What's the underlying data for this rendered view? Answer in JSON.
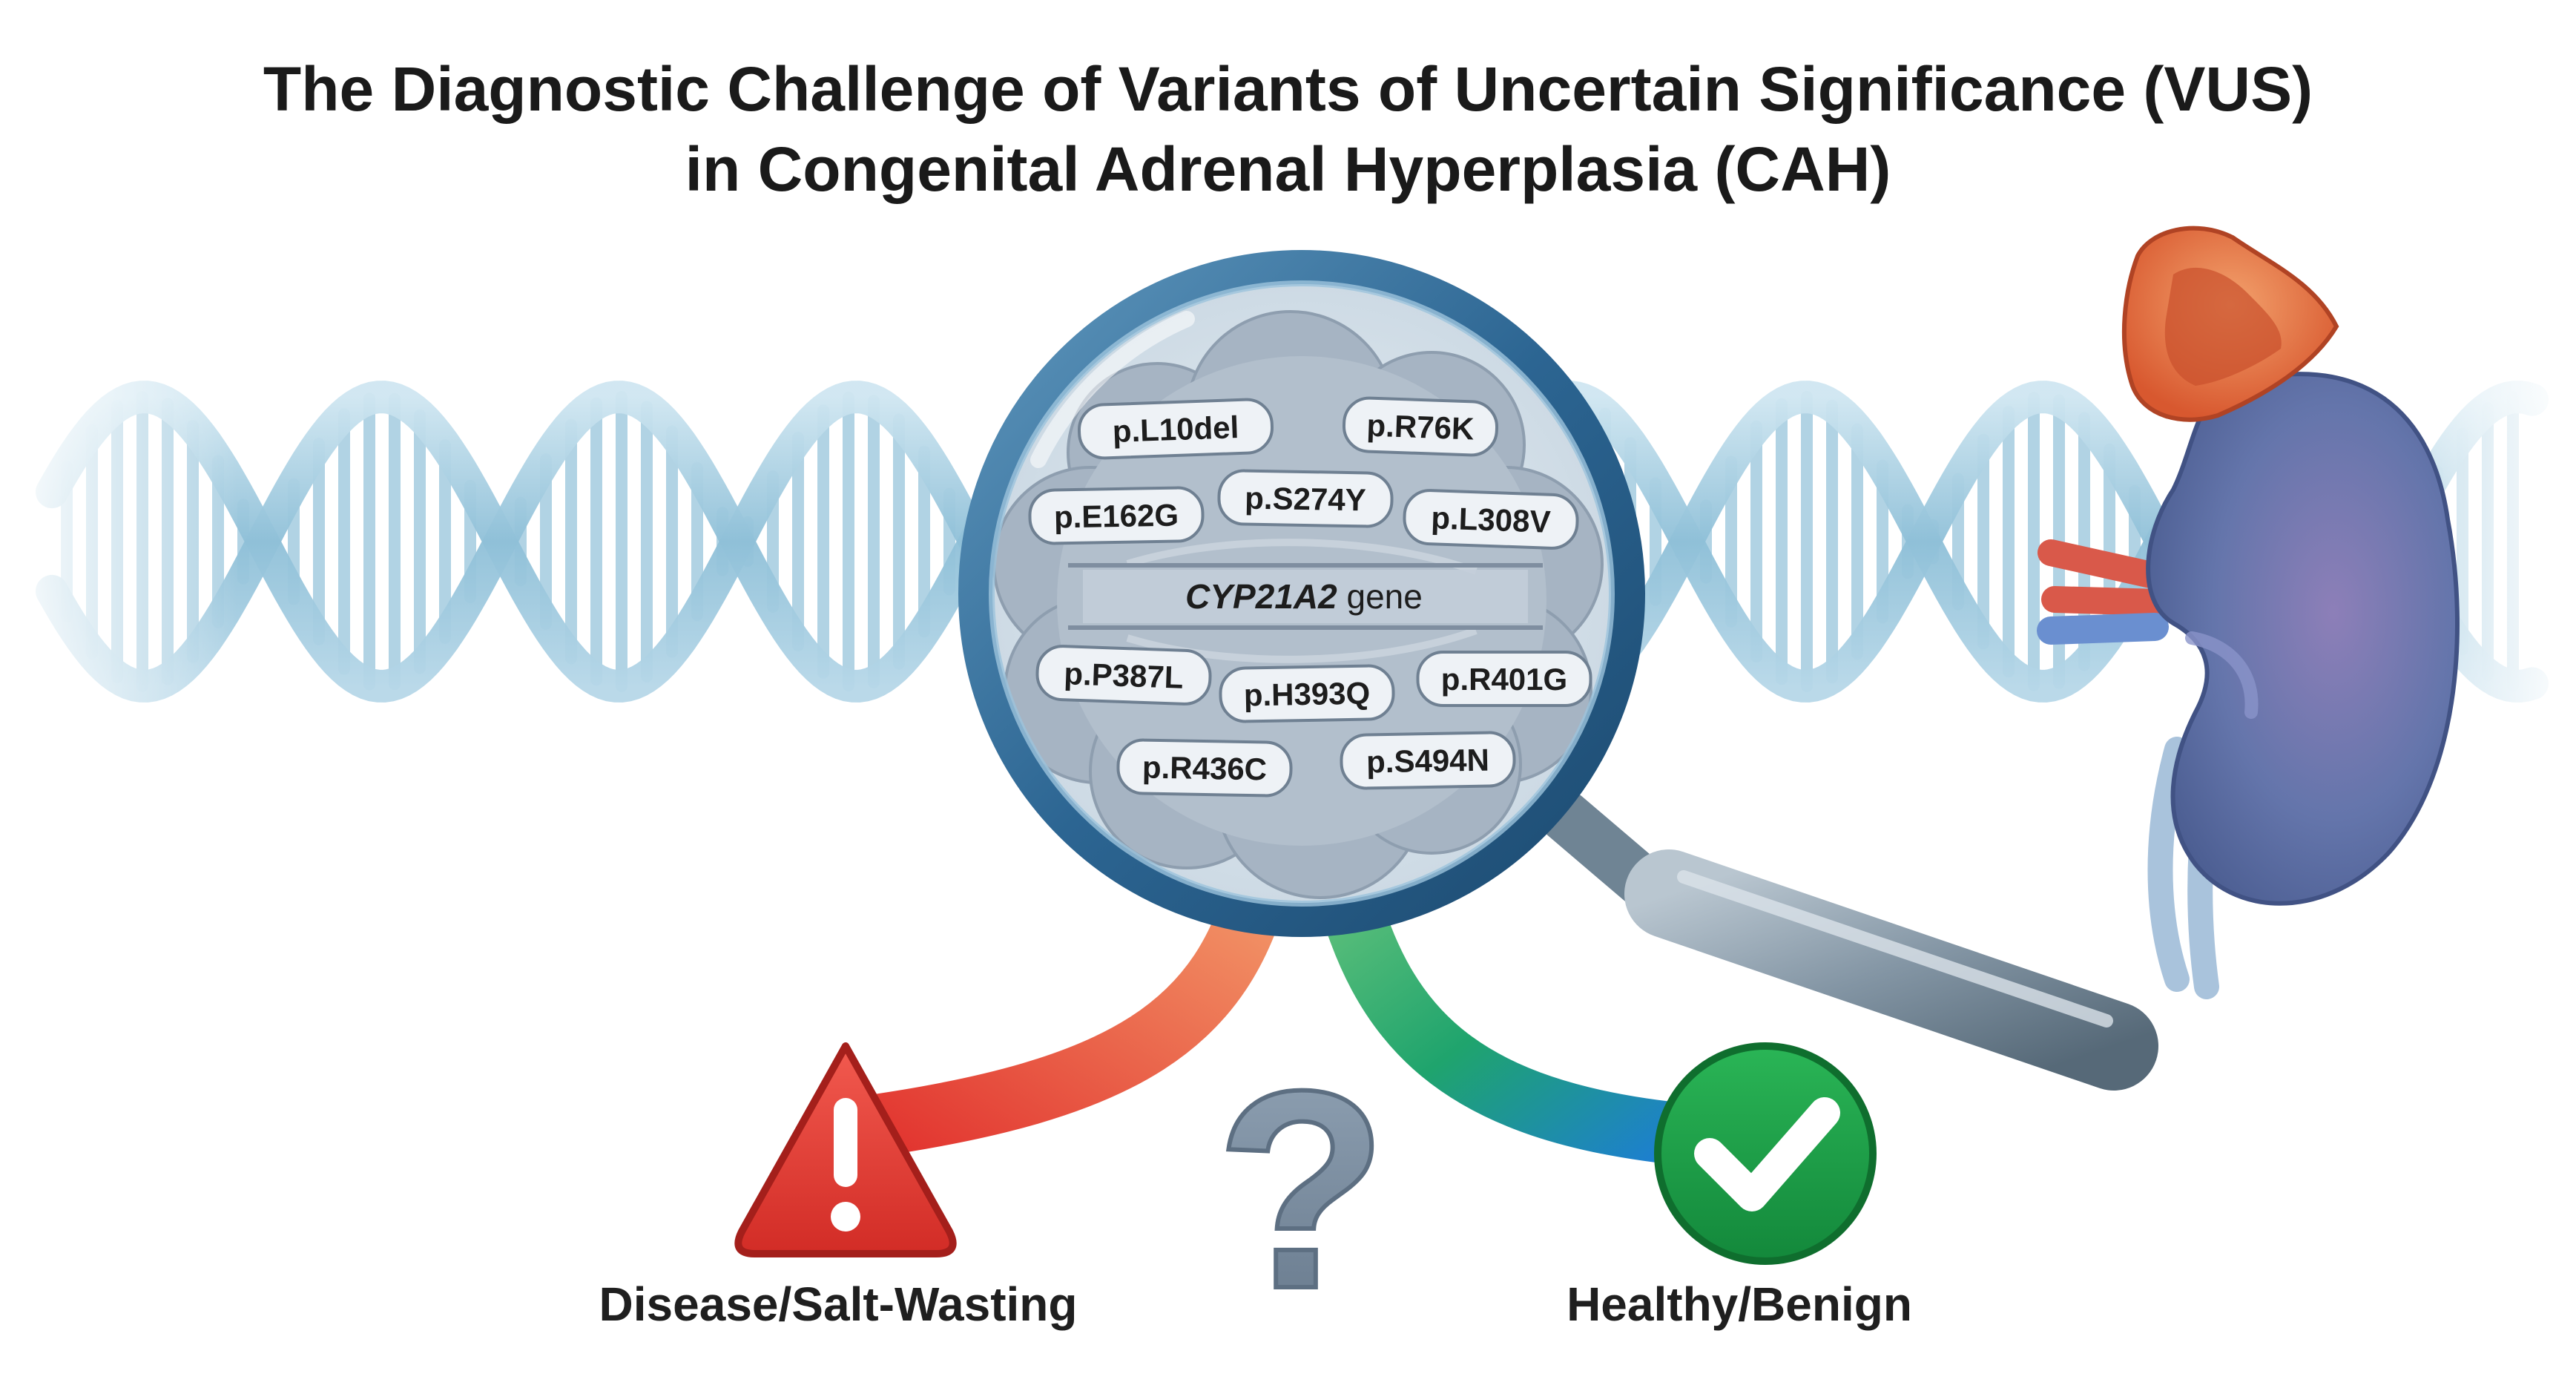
{
  "title": {
    "line1": "The Diagnostic Challenge of Variants of Uncertain Significance (VUS)",
    "line2": "in Congenital Adrenal Hyperplasia (CAH)"
  },
  "gene_label": {
    "name": "CYP21A2",
    "suffix": " gene"
  },
  "variants": [
    "p.L10del",
    "p.R76K",
    "p.E162G",
    "p.S274Y",
    "p.L308V",
    "p.P387L",
    "p.H393Q",
    "p.R401G",
    "p.R436C",
    "p.S494N"
  ],
  "outcomes": {
    "disease": "Disease/Salt-Wasting",
    "benign": "Healthy/Benign",
    "uncertain_symbol": "?"
  },
  "icons": {
    "disease": "warning-triangle-icon",
    "benign": "check-circle-icon",
    "uncertain": "question-mark-icon",
    "tool": "magnifying-glass-icon",
    "organ": "kidney-adrenal-icon",
    "molecule": "dna-helix-icon"
  },
  "colors": {
    "dna": "#8fc0d8",
    "disease": "#e0433b",
    "benign": "#20a34a",
    "uncertain": "#7f92a6",
    "kidney": "#5a6fa8",
    "adrenal": "#e0693f"
  }
}
